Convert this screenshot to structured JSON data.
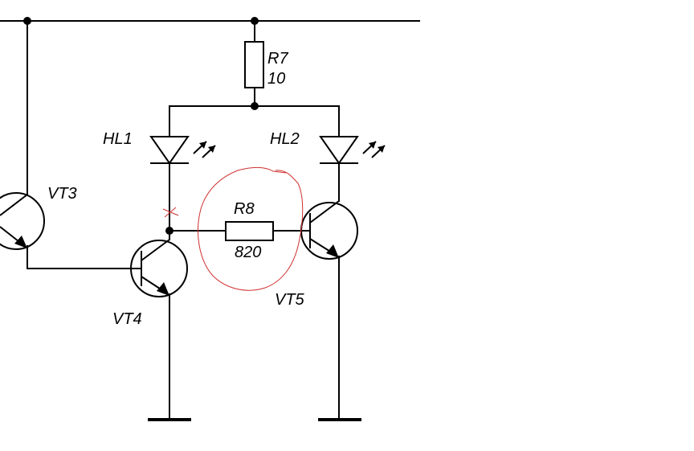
{
  "components": {
    "r7": {
      "ref": "R7",
      "value": "10"
    },
    "r8": {
      "ref": "R8",
      "value": "820"
    },
    "hl1": {
      "ref": "HL1"
    },
    "hl2": {
      "ref": "HL2"
    },
    "vt3": {
      "ref": "VT3"
    },
    "vt4": {
      "ref": "VT4"
    },
    "vt5": {
      "ref": "VT5"
    }
  },
  "colors": {
    "wire": "#000000",
    "annotation": "#d03030",
    "background": "#ffffff"
  }
}
